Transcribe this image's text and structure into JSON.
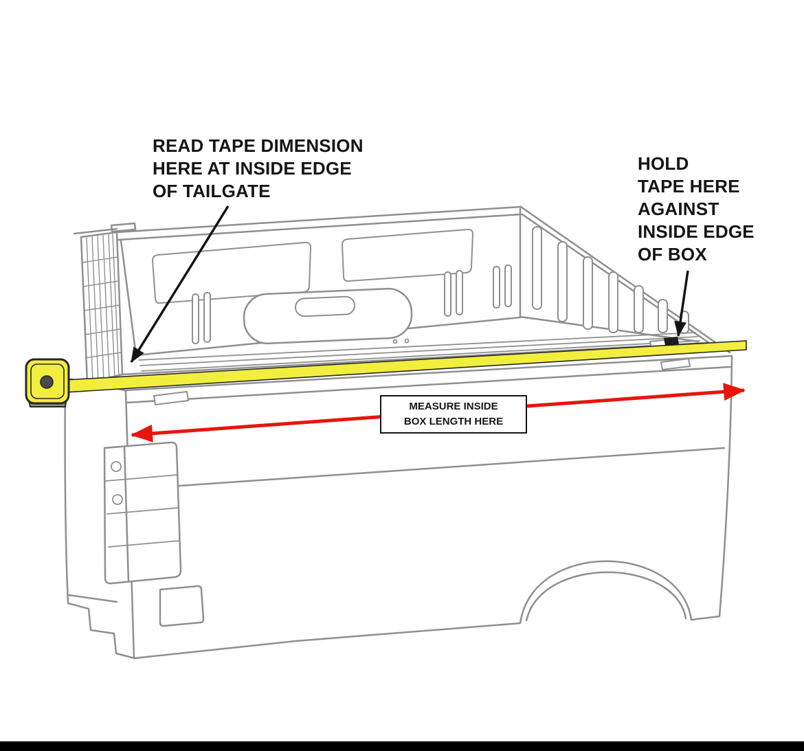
{
  "annotations": {
    "read_tape": "READ TAPE DIMENSION\nHERE AT INSIDE EDGE\nOF TAILGATE",
    "hold_tape": "HOLD\nTAPE HERE\nAGAINST\nINSIDE EDGE\nOF BOX",
    "measure_label": "MEASURE INSIDE\nBOX LENGTH HERE"
  },
  "colors": {
    "tape_yellow": "#f2ee3e",
    "arrow_red": "#e8150d",
    "drawing_gray": "#8f8f8f",
    "annotation_black": "#151515"
  }
}
